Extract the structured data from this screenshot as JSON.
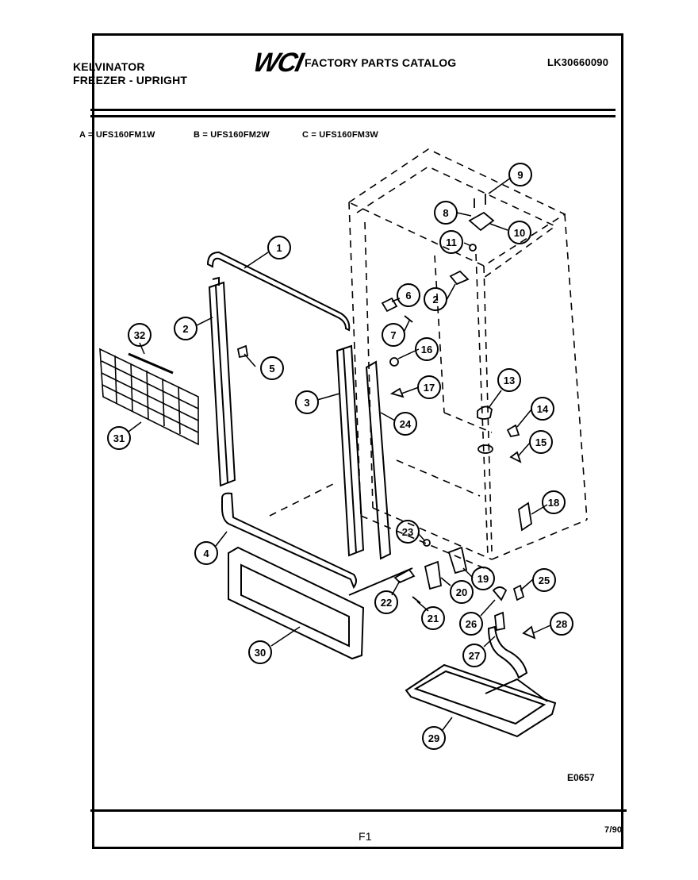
{
  "header": {
    "brand": "KELVINATOR",
    "product": "FREEZER - UPRIGHT",
    "logo_text": "WCI",
    "catalog_title": "FACTORY PARTS CATALOG",
    "catalog_number": "LK30660090",
    "models": {
      "a": "A = UFS160FM1W",
      "b": "B = UFS160FM2W",
      "c": "C = UFS160FM3W"
    }
  },
  "diagram": {
    "callouts": [
      {
        "id": "callout-1",
        "label": "1"
      },
      {
        "id": "callout-2-left",
        "label": "2"
      },
      {
        "id": "callout-2-right",
        "label": "2"
      },
      {
        "id": "callout-3",
        "label": "3"
      },
      {
        "id": "callout-4",
        "label": "4"
      },
      {
        "id": "callout-5",
        "label": "5"
      },
      {
        "id": "callout-6",
        "label": "6"
      },
      {
        "id": "callout-7",
        "label": "7"
      },
      {
        "id": "callout-8",
        "label": "8"
      },
      {
        "id": "callout-9",
        "label": "9"
      },
      {
        "id": "callout-10",
        "label": "10"
      },
      {
        "id": "callout-11",
        "label": "11"
      },
      {
        "id": "callout-13",
        "label": "13"
      },
      {
        "id": "callout-14",
        "label": "14"
      },
      {
        "id": "callout-15",
        "label": "15"
      },
      {
        "id": "callout-16",
        "label": "16"
      },
      {
        "id": "callout-17",
        "label": "17"
      },
      {
        "id": "callout-18",
        "label": "18"
      },
      {
        "id": "callout-19",
        "label": "19"
      },
      {
        "id": "callout-20",
        "label": "20"
      },
      {
        "id": "callout-21",
        "label": "21"
      },
      {
        "id": "callout-22",
        "label": "22"
      },
      {
        "id": "callout-23",
        "label": "23"
      },
      {
        "id": "callout-24",
        "label": "24"
      },
      {
        "id": "callout-25",
        "label": "25"
      },
      {
        "id": "callout-26",
        "label": "26"
      },
      {
        "id": "callout-27",
        "label": "27"
      },
      {
        "id": "callout-28",
        "label": "28"
      },
      {
        "id": "callout-29",
        "label": "29"
      },
      {
        "id": "callout-30",
        "label": "30"
      },
      {
        "id": "callout-31",
        "label": "31"
      },
      {
        "id": "callout-32",
        "label": "32"
      }
    ],
    "drawing_code": "E0657"
  },
  "footer": {
    "page_code": "F1",
    "date": "7/90"
  }
}
